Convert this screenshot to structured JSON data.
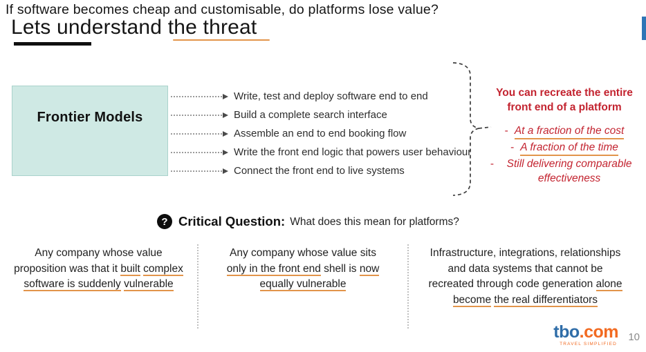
{
  "slide": {
    "title": "If software becomes cheap and customisable, do platforms lose value?",
    "subtitle": "Lets understand the threat",
    "page_number": "10"
  },
  "diagram": {
    "source_box_label": "Frontier Models",
    "capabilities": [
      "Write, test and deploy software end to end",
      "Build a complete search interface",
      "Assemble an end to end booking flow",
      "Write the front end logic that powers user behaviour",
      "Connect the front end to live systems"
    ],
    "conclusion": {
      "heading": "You can recreate the entire front end of a platform",
      "points": [
        {
          "dash": "-",
          "text": "At a fraction of the cost",
          "underline": true
        },
        {
          "dash": "-",
          "text": "A fraction of the time",
          "underline": true
        },
        {
          "dash": "-",
          "text": "Still delivering comparable effectiveness",
          "underline": false
        }
      ]
    }
  },
  "critical_question": {
    "icon_glyph": "?",
    "label": "Critical Question:",
    "question": "What does this mean for platforms?"
  },
  "columns": [
    {
      "segments": [
        {
          "text": "Any company whose value proposition was that it ",
          "u": false
        },
        {
          "text": "built",
          "u": true
        },
        {
          "text": " ",
          "u": false
        },
        {
          "text": "complex software is suddenly",
          "u": true
        },
        {
          "text": " ",
          "u": false
        },
        {
          "text": "vulnerable",
          "u": true
        }
      ]
    },
    {
      "segments": [
        {
          "text": "Any company whose value sits ",
          "u": false
        },
        {
          "text": "only in the front end",
          "u": true
        },
        {
          "text": " shell is ",
          "u": false
        },
        {
          "text": "now equally vulnerable",
          "u": true
        }
      ]
    },
    {
      "segments": [
        {
          "text": "Infrastructure, integrations, relationships and data systems that cannot be recreated through code generation ",
          "u": false
        },
        {
          "text": "alone become",
          "u": true
        },
        {
          "text": " ",
          "u": false
        },
        {
          "text": "the real differentiators",
          "u": true
        }
      ]
    }
  ],
  "footer": {
    "logo_primary": "tbo",
    "logo_suffix": ".com",
    "tagline": "TRAVEL SIMPLIFIED"
  },
  "colors": {
    "red": "#c32430",
    "orange": "#e2944a",
    "box_fill": "#cfe9e4",
    "box_border": "#a9d2cb",
    "accent_bar": "#2e75b6",
    "logo_blue": "#2f6da8",
    "logo_orange": "#f26a21",
    "divider_gray": "#c0c0c0",
    "text_dark": "#1f1f1f"
  }
}
